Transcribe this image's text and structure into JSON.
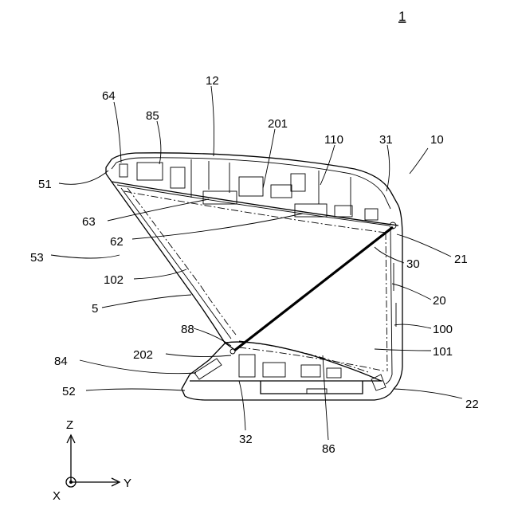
{
  "figure_number": "1",
  "labels": {
    "l12": "12",
    "l64": "64",
    "l85": "85",
    "l201": "201",
    "l110": "110",
    "l31": "31",
    "l10": "10",
    "l51": "51",
    "l63": "63",
    "l62": "62",
    "l53": "53",
    "l21": "21",
    "l30": "30",
    "l102": "102",
    "l20": "20",
    "l5": "5",
    "l100": "100",
    "l88": "88",
    "l101": "101",
    "l202": "202",
    "l84": "84",
    "l52": "52",
    "l22": "22",
    "l32": "32",
    "l86": "86"
  },
  "axes": {
    "z": "Z",
    "y": "Y",
    "x": "X"
  }
}
